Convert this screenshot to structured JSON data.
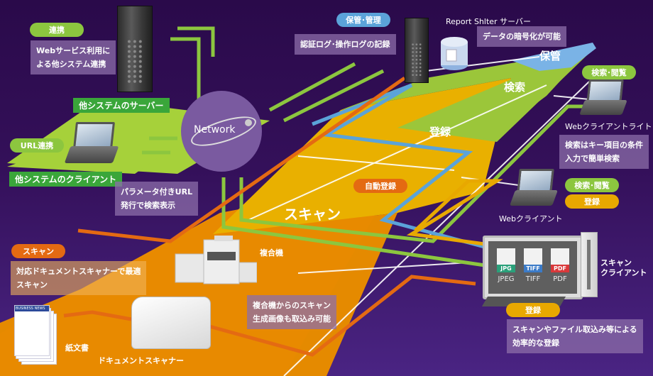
{
  "diagram": {
    "center_node": "Network",
    "bands": {
      "hokan": "保管",
      "kensaku": "検索",
      "touroku": "登録",
      "scan": "スキャン"
    },
    "top_left": {
      "tag": "連携",
      "note_line1": "Webサービス利用に",
      "note_line2": "よる他システム連携",
      "label": "他システムのサーバー"
    },
    "mid_left": {
      "tag": "URL連携",
      "label": "他システムのクライアント",
      "note_line1": "パラメータ付きURL",
      "note_line2": "発行で検索表示"
    },
    "server": {
      "tag": "保管･管理",
      "title": "Report Shlter サーバー",
      "note_left": "認証ログ･操作ログの記録",
      "note_right": "データの暗号化が可能"
    },
    "web_client_lite": {
      "tag": "検索･閲覧",
      "label": "Webクライアントライト",
      "note_line1": "検索はキー項目の条件",
      "note_line2": "入力で簡単検索"
    },
    "web_client": {
      "tag1": "検索･閲覧",
      "tag2": "登録",
      "label": "Webクライアント"
    },
    "auto_register": "自動登録",
    "mfp": {
      "label": "複合機",
      "note_line1": "複合機からのスキャン",
      "note_line2": "生成画像も取込み可能"
    },
    "scan_section": {
      "tag": "スキャン",
      "note_line1": "対応ドキュメントスキャナーで最適",
      "note_line2": "スキャン",
      "paper_label": "紙文書",
      "scanner_label": "ドキュメントスキャナー",
      "paper_header": "BUSINESS NEWS"
    },
    "scan_client": {
      "label_line1": "スキャン",
      "label_line2": "クライアント",
      "tag": "登録",
      "note_line1": "スキャンやファイル取込み等による",
      "note_line2": "効率的な登録",
      "files": [
        {
          "tag": "JPG",
          "name": "JPEG",
          "color": "#2aa07a"
        },
        {
          "tag": "TIFF",
          "name": "TIFF",
          "color": "#3b7bc8"
        },
        {
          "tag": "PDF",
          "name": "PDF",
          "color": "#d9383a"
        }
      ]
    }
  },
  "colors": {
    "background": "#34105a",
    "green": "#8cc63f",
    "blue": "#5ba3d9",
    "orange": "#e46a12",
    "yellow": "#e8a800",
    "scan_band": "#e88a00",
    "register_band": "#e9b000"
  }
}
